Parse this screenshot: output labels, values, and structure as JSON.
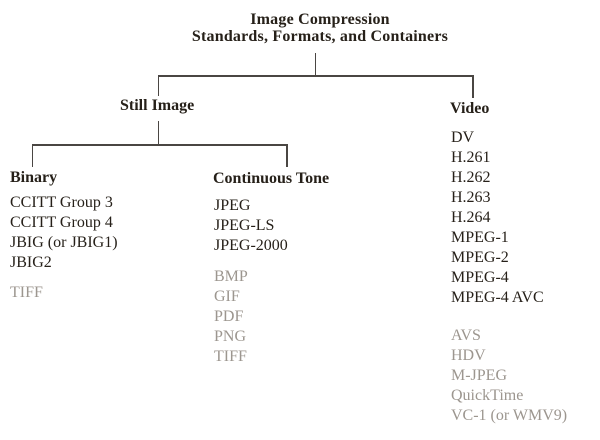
{
  "title": {
    "line1": "Image Compression",
    "line2": "Standards, Formats, and Containers"
  },
  "tree": {
    "still_image": {
      "label": "Still Image",
      "binary": {
        "label": "Binary",
        "standards": [
          "CCITT Group 3",
          "CCITT Group 4",
          "JBIG (or JBIG1)",
          "JBIG2"
        ],
        "formats": [
          "TIFF"
        ]
      },
      "continuous_tone": {
        "label": "Continuous Tone",
        "standards": [
          "JPEG",
          "JPEG-LS",
          "JPEG-2000"
        ],
        "formats": [
          "BMP",
          "GIF",
          "PDF",
          "PNG",
          "TIFF"
        ]
      }
    },
    "video": {
      "label": "Video",
      "standards": [
        "DV",
        "H.261",
        "H.262",
        "H.263",
        "H.264",
        "MPEG-1",
        "MPEG-2",
        "MPEG-4",
        "MPEG-4 AVC"
      ],
      "formats": [
        "AVS",
        "HDV",
        "M-JPEG",
        "QuickTime",
        "VC-1 (or WMV9)"
      ]
    }
  },
  "colors": {
    "text": "#262019",
    "muted_text": "#9c968f",
    "connector_line": "#4a4643",
    "background": "#ffffff"
  }
}
